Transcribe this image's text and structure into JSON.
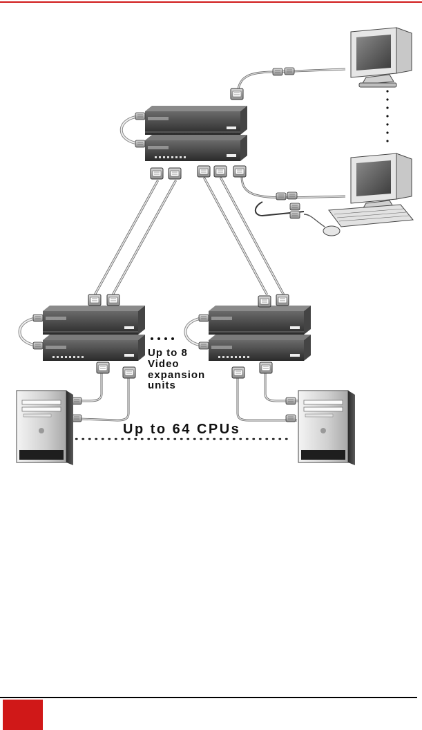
{
  "colors": {
    "accent": "#d01818",
    "rule": "#000000"
  },
  "diagram": {
    "expansion_label": [
      "Up to 8",
      "Video",
      "expansion",
      "units"
    ],
    "cpu_label": "Up to 64 CPUs"
  },
  "icons": {
    "top_monitor": "crt-monitor-icon",
    "console_monitor": "crt-monitor-icon",
    "keyboard": "keyboard-icon",
    "mouse": "mouse-icon",
    "left_cpu": "tower-pc-icon",
    "right_cpu": "tower-pc-icon"
  }
}
